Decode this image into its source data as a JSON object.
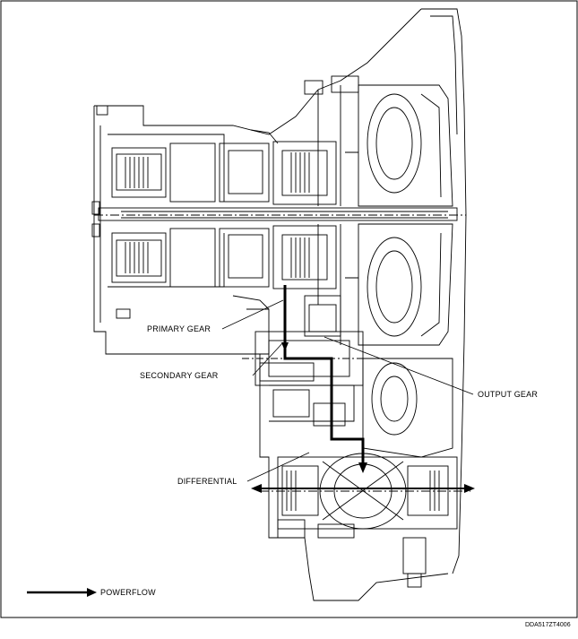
{
  "labels": {
    "primary_gear": "PRIMARY GEAR",
    "secondary_gear": "SECONDARY GEAR",
    "output_gear": "OUTPUT GEAR",
    "differential": "DIFFERENTIAL",
    "legend_powerflow": "POWERFLOW"
  },
  "figure_code": "DDA517ZT4006",
  "colors": {
    "line": "#000000",
    "background": "#ffffff"
  }
}
